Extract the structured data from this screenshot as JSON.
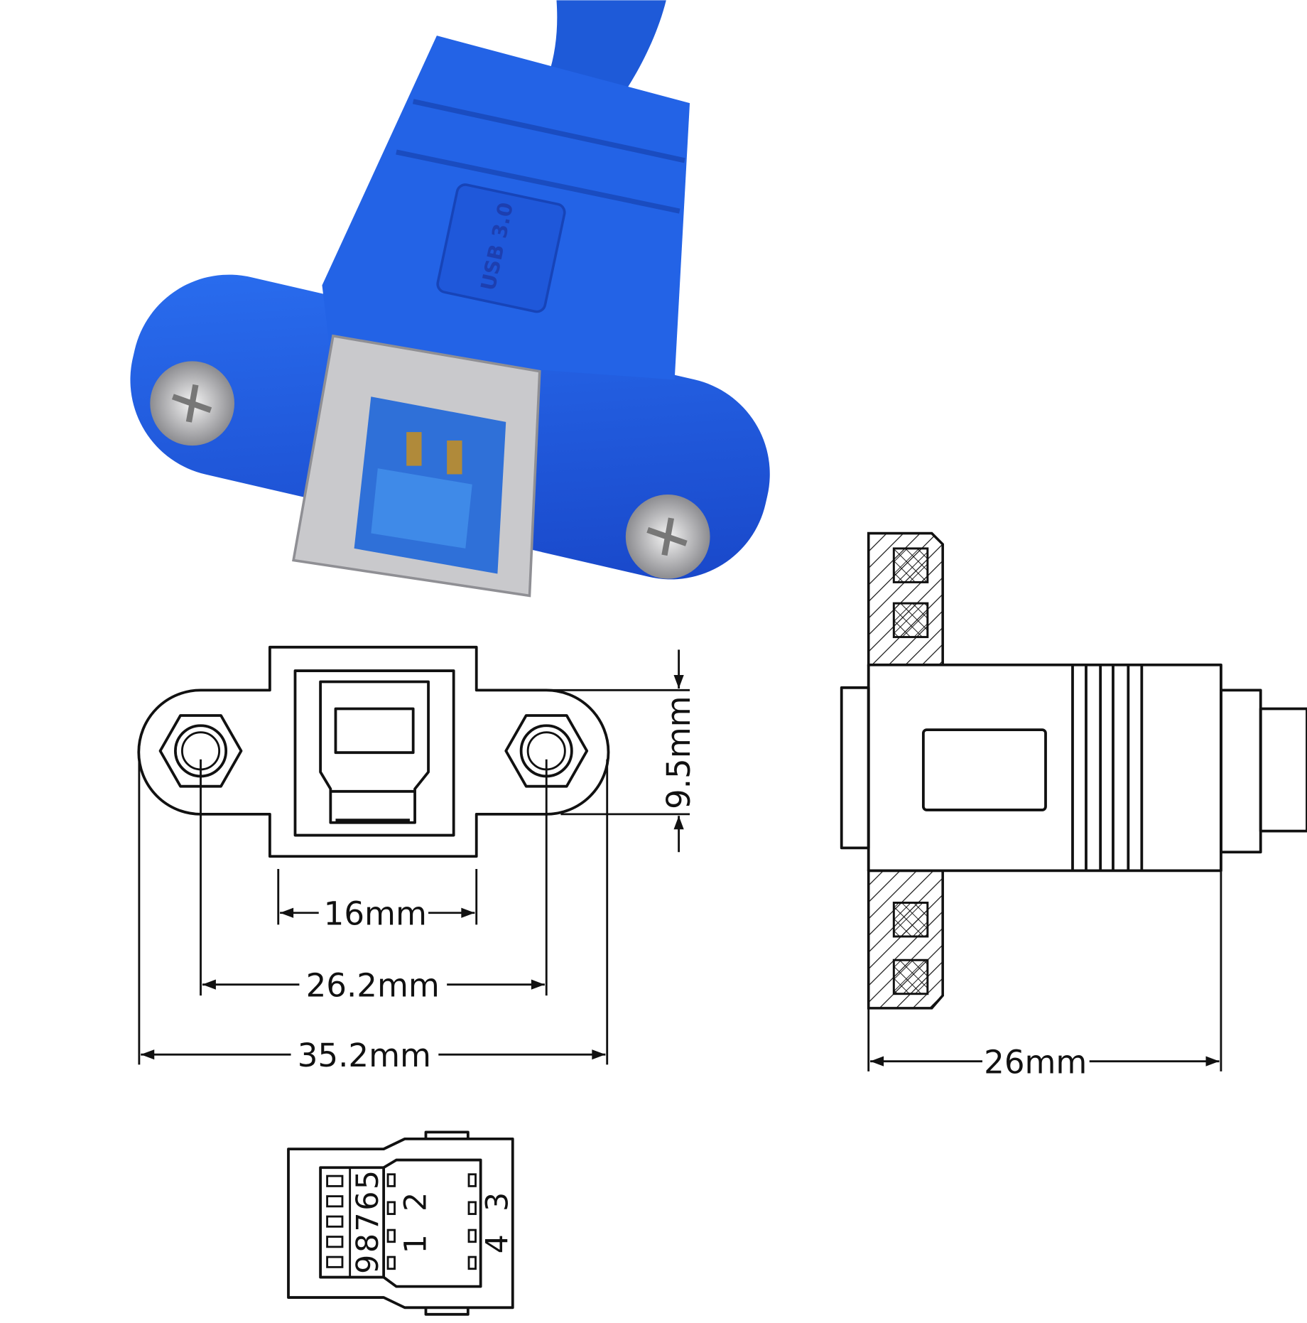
{
  "photo": {
    "embossed_label": "USB 3.0",
    "body_color": "#1f5fe0",
    "shell_color": "#c9c9cc"
  },
  "front_view": {
    "dim_16": "16mm",
    "dim_26_2": "26.2mm",
    "dim_35_2": "35.2mm",
    "dim_9_5": "9.5mm"
  },
  "side_view": {
    "dim_26": "26mm"
  },
  "pinout": {
    "pins": [
      "9",
      "8",
      "7",
      "6",
      "5",
      "1",
      "2",
      "3",
      "4"
    ]
  }
}
